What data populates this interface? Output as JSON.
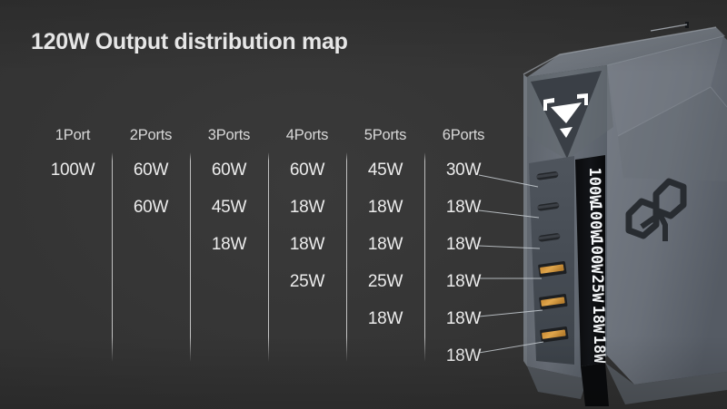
{
  "title": "120W Output distribution map",
  "table": {
    "columns": [
      {
        "header": "1Port",
        "values": [
          "100W"
        ]
      },
      {
        "header": "2Ports",
        "values": [
          "60W",
          "60W"
        ]
      },
      {
        "header": "3Ports",
        "values": [
          "60W",
          "45W",
          "18W"
        ]
      },
      {
        "header": "4Ports",
        "values": [
          "60W",
          "18W",
          "18W",
          "25W"
        ]
      },
      {
        "header": "5Ports",
        "values": [
          "45W",
          "18W",
          "18W",
          "25W",
          "18W"
        ]
      },
      {
        "header": "6Ports",
        "values": [
          "30W",
          "18W",
          "18W",
          "18W",
          "18W",
          "18W"
        ]
      }
    ]
  },
  "device": {
    "name": "120W 6-port GaN charger",
    "logo_top": "triangle-arrow-logo",
    "logo_side": "hex-chain-logo",
    "display_readouts": [
      "100W",
      "100W",
      "100W",
      "25W",
      "18W",
      "18W"
    ],
    "ports": [
      {
        "type": "USB-C",
        "label": "usb-c-port-1"
      },
      {
        "type": "USB-C",
        "label": "usb-c-port-2"
      },
      {
        "type": "USB-C",
        "label": "usb-c-port-3"
      },
      {
        "type": "USB-A",
        "label": "usb-a-port-1"
      },
      {
        "type": "USB-A",
        "label": "usb-a-port-2"
      },
      {
        "type": "USB-A",
        "label": "usb-a-port-3"
      }
    ]
  },
  "colors": {
    "background": "#333333",
    "text": "#ececec",
    "title": "#f2f2f2",
    "divider": "#ebebeb",
    "device_body": "#6e747c",
    "device_body_dark": "#4a4f57",
    "usb_a_accent": "#d99b3f",
    "display_bg": "#0c0d0f",
    "display_text": "#ffffff"
  }
}
